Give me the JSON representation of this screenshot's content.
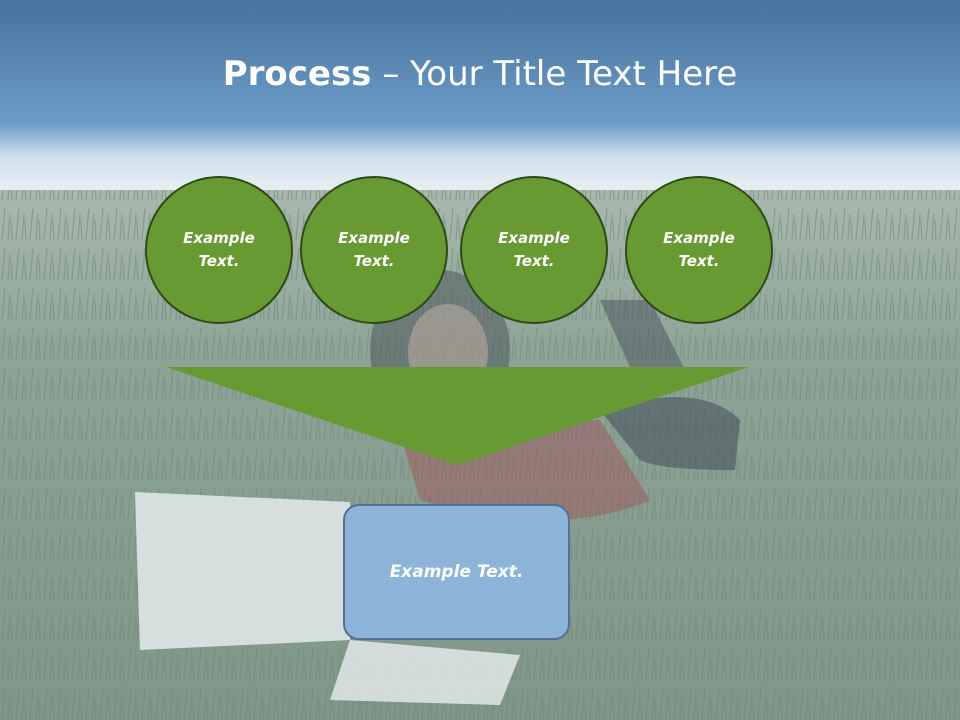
{
  "slide": {
    "title_bold": "Process",
    "title_rest": " – Your Title Text Here"
  },
  "diagram": {
    "steps": [
      {
        "label": "Example Text."
      },
      {
        "label": "Example Text."
      },
      {
        "label": "Example Text."
      },
      {
        "label": "Example Text."
      }
    ],
    "result_label": "Example Text."
  },
  "colors": {
    "sky_top": "#46739d",
    "sky_bottom": "#6d9cc8",
    "grass": "#8ea39a",
    "step_fill": "#679a33",
    "step_border": "#2f4a16",
    "funnel_fill": "#679a33",
    "result_fill": "#8cb4d9",
    "result_border": "#55718f"
  }
}
